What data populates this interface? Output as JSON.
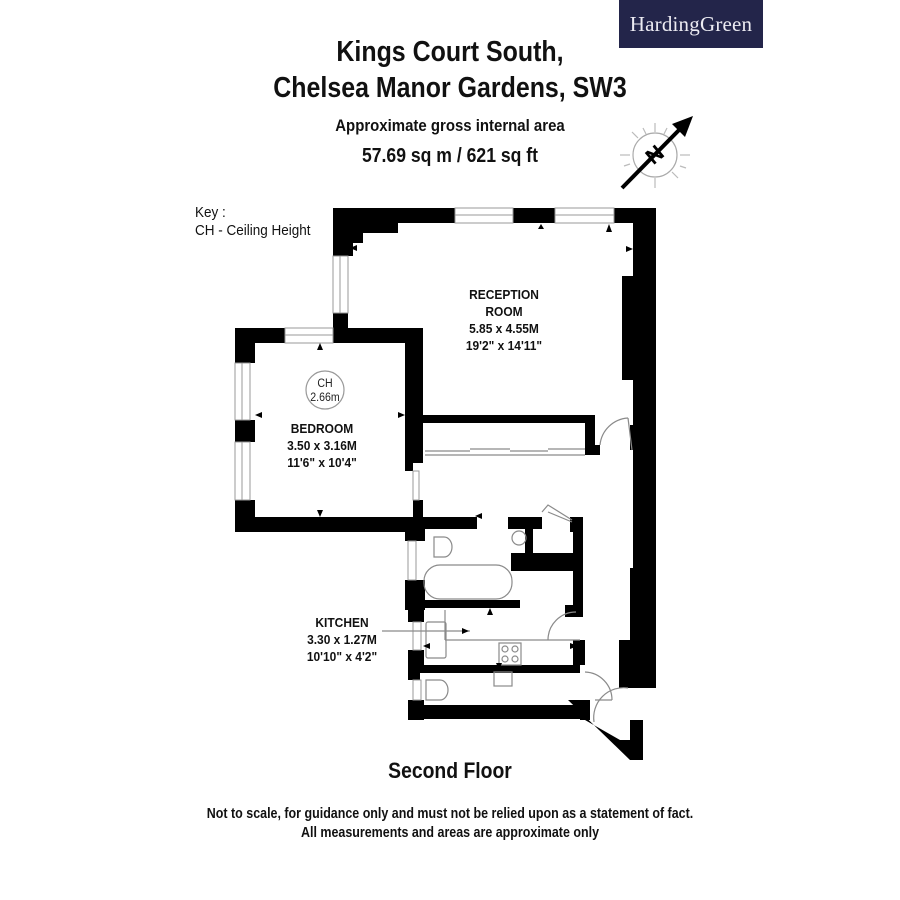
{
  "brand": {
    "name": "HardingGreen",
    "bg_color": "#23254a",
    "text_color": "#ecebf2"
  },
  "header": {
    "line1": "Kings Court South,",
    "line2": "Chelsea Manor Gardens, SW3",
    "area_label": "Approximate gross internal area",
    "area_value": "57.69 sq m / 621 sq ft"
  },
  "compass": {
    "icon": "north-arrow-icon",
    "letter": "N"
  },
  "key": {
    "title": "Key :",
    "entry": "CH - Ceiling Height"
  },
  "rooms": [
    {
      "name_line1": "RECEPTION",
      "name_line2": "ROOM",
      "metric": "5.85 x 4.55M",
      "imperial": "19'2\" x 14'11\""
    },
    {
      "name_line1": "BEDROOM",
      "metric": "3.50 x 3.16M",
      "imperial": "11'6\" x 10'4\"",
      "ceiling": {
        "label": "CH",
        "value": "2.66m"
      }
    },
    {
      "name_line1": "KITCHEN",
      "metric": "3.30 x 1.27M",
      "imperial": "10'10\" x 4'2\""
    }
  ],
  "floor_label": "Second Floor",
  "disclaimer": {
    "line1": "Not to scale, for guidance only and must not be relied upon as a statement of fact.",
    "line2": "All measurements and areas are approximate only"
  },
  "colors": {
    "wall": "#000000",
    "fixture_line": "#8a8a8a",
    "background": "#ffffff"
  }
}
